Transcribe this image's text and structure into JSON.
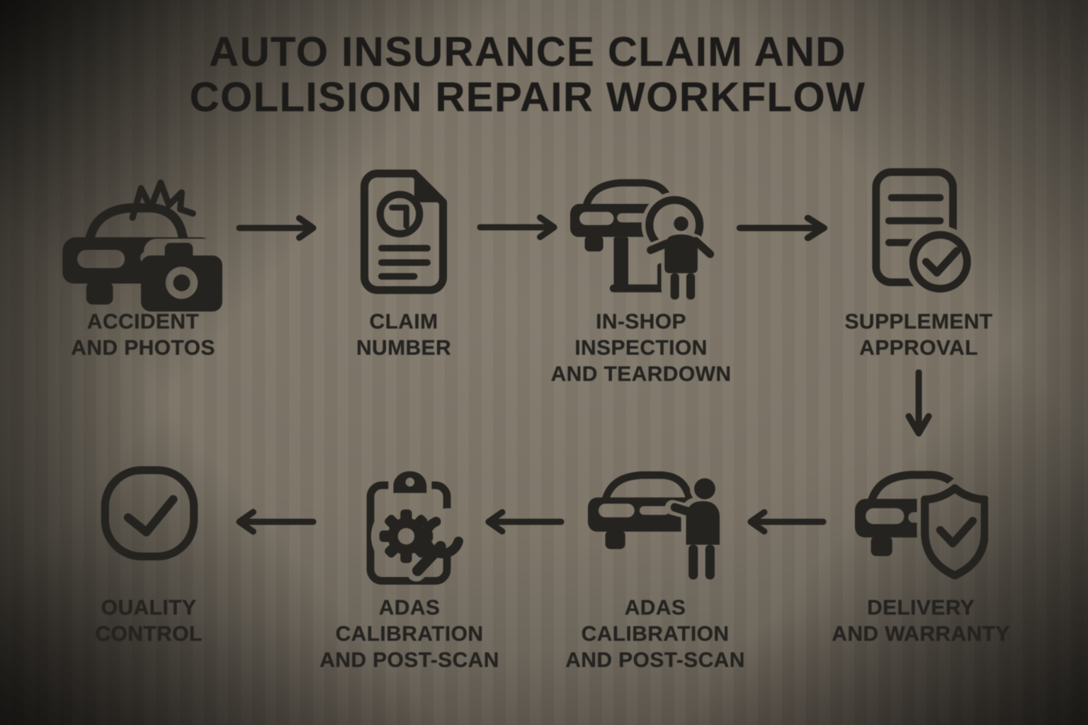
{
  "title": {
    "lines": [
      "AUTO INSURANCE CLAIM AND",
      "COLLISION REPAIR WORKFLOW"
    ]
  },
  "steps": [
    {
      "id": 1,
      "name": "accident-and-photos",
      "icon": "car-crash-camera-icon",
      "label_lines": [
        "ACCIDENT",
        "AND PHOTOS"
      ]
    },
    {
      "id": 2,
      "name": "claim-number",
      "icon": "claim-document-number-icon",
      "label_lines": [
        "CLAIM",
        "NUMBER"
      ]
    },
    {
      "id": 3,
      "name": "in-shop-inspection-and-teardown",
      "icon": "car-lift-magnifier-inspection-icon",
      "label_lines": [
        "IN-SHOP",
        "INSPECTION",
        "AND TEARDOWN"
      ]
    },
    {
      "id": 4,
      "name": "supplement-approval",
      "icon": "document-check-icon",
      "label_lines": [
        "SUPPLEMENT",
        "APPROVAL"
      ]
    },
    {
      "id": 5,
      "name": "delivery-and-warranty",
      "icon": "car-shield-check-icon",
      "label_lines": [
        "DELIVERY",
        "AND WARRANTY"
      ]
    },
    {
      "id": 6,
      "name": "adas-calibration-and-post-scan-handoff",
      "icon": "car-technician-icon",
      "label_lines": [
        "ADAS",
        "CALIBRATION",
        "AND POST-SCAN"
      ]
    },
    {
      "id": 7,
      "name": "adas-calibration-and-post-scan-checklist",
      "icon": "clipboard-gear-wrench-icon",
      "label_lines": [
        "ADAS",
        "CALIBRATION",
        "AND POST-SCAN"
      ]
    },
    {
      "id": 8,
      "name": "quality-control",
      "icon": "circle-check-icon",
      "label_lines": [
        "OUALITY",
        "CONTROL"
      ]
    }
  ],
  "flow": [
    {
      "from": 1,
      "to": 2,
      "direction": "right"
    },
    {
      "from": 2,
      "to": 3,
      "direction": "right"
    },
    {
      "from": 3,
      "to": 4,
      "direction": "right"
    },
    {
      "from": 4,
      "to": 5,
      "direction": "down"
    },
    {
      "from": 5,
      "to": 6,
      "direction": "left"
    },
    {
      "from": 6,
      "to": 7,
      "direction": "left"
    },
    {
      "from": 7,
      "to": 8,
      "direction": "left"
    }
  ],
  "colors": {
    "background_center": "#7c7467",
    "background_edge": "#100f0d",
    "ink": "#24231f"
  }
}
